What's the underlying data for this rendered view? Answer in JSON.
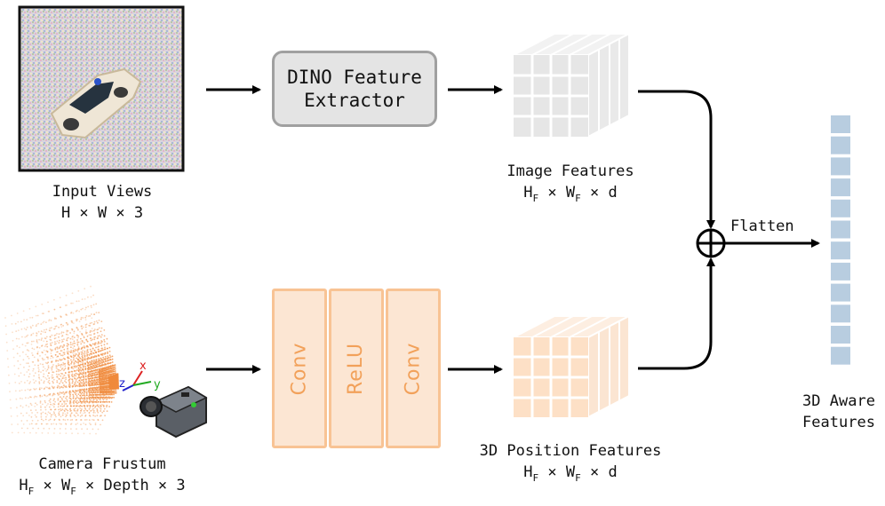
{
  "input_views": {
    "title": "Input Views",
    "dims": "H × W × 3"
  },
  "dino": {
    "line1": "DINO Feature",
    "line2": "Extractor"
  },
  "image_features": {
    "title": "Image Features",
    "dims_parts": [
      "H",
      "F",
      " × W",
      "F",
      " × d"
    ]
  },
  "camera_frustum": {
    "title": "Camera Frustum",
    "dims_parts": [
      "H",
      "F",
      " × W",
      "F",
      " × Depth × 3"
    ]
  },
  "conv_stack": [
    {
      "label": "Conv"
    },
    {
      "label": "ReLU"
    },
    {
      "label": "Conv"
    }
  ],
  "position_features": {
    "title": "3D Position Features",
    "dims_parts": [
      "H",
      "F",
      " × W",
      "F",
      " × d"
    ]
  },
  "flatten_label": "Flatten",
  "aware_features": {
    "line1": "3D Aware",
    "line2": "Features"
  },
  "axis_labels": {
    "x": "x",
    "y": "y",
    "z": "z"
  },
  "colors": {
    "grey_block": "#e0e0e0",
    "orange_block": "#fde3cc",
    "orange_border": "#f8c394",
    "orange_text": "#f2a15a",
    "token_blue": "#b8cde0",
    "arrow": "#000000"
  },
  "token_count": 12
}
